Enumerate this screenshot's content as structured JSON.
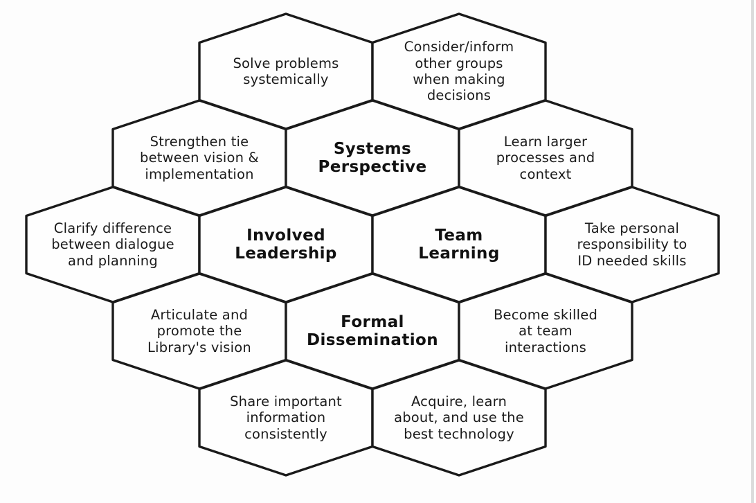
{
  "diagram": {
    "kind": "honeycomb-concept-diagram",
    "ink_color": "#1a1a1a",
    "cell_fill": "#fefefe",
    "hexagons": [
      {
        "name": "solve-problems",
        "emphasis": false,
        "lines": [
          "Solve problems",
          "systemically"
        ]
      },
      {
        "name": "consider-inform",
        "emphasis": false,
        "lines": [
          "Consider/inform",
          "other groups",
          "when making",
          "decisions"
        ]
      },
      {
        "name": "strengthen-tie",
        "emphasis": false,
        "lines": [
          "Strengthen tie",
          "between vision &",
          "implementation"
        ]
      },
      {
        "name": "systems-perspective",
        "emphasis": true,
        "lines": [
          "Systems",
          "Perspective"
        ]
      },
      {
        "name": "learn-larger",
        "emphasis": false,
        "lines": [
          "Learn larger",
          "processes and",
          "context"
        ]
      },
      {
        "name": "clarify-difference",
        "emphasis": false,
        "lines": [
          "Clarify difference",
          "between dialogue",
          "and planning"
        ]
      },
      {
        "name": "involved-leadership",
        "emphasis": true,
        "lines": [
          "Involved",
          "Leadership"
        ]
      },
      {
        "name": "team-learning",
        "emphasis": true,
        "lines": [
          "Team",
          "Learning"
        ]
      },
      {
        "name": "take-personal",
        "emphasis": false,
        "lines": [
          "Take personal",
          "responsibility to",
          "ID needed skills"
        ]
      },
      {
        "name": "articulate-promote",
        "emphasis": false,
        "lines": [
          "Articulate and",
          "promote the",
          "Library's vision"
        ]
      },
      {
        "name": "formal-dissemination",
        "emphasis": true,
        "lines": [
          "Formal",
          "Dissemination"
        ]
      },
      {
        "name": "become-skilled",
        "emphasis": false,
        "lines": [
          "Become skilled",
          "at team",
          "interactions"
        ]
      },
      {
        "name": "share-important",
        "emphasis": false,
        "lines": [
          "Share important",
          "information",
          "consistently"
        ]
      },
      {
        "name": "acquire-learn",
        "emphasis": false,
        "lines": [
          "Acquire, learn",
          "about, and use the",
          "best technology"
        ]
      }
    ]
  }
}
